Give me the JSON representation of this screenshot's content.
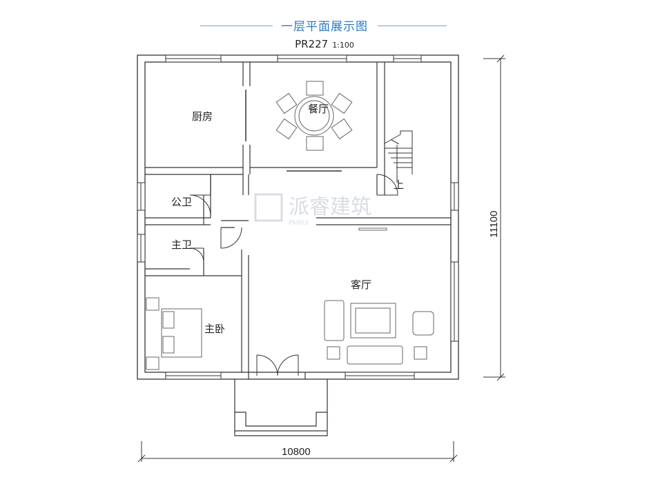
{
  "title": "一层平面展示图",
  "plan_code": "PR227",
  "scale": "1:100",
  "rooms": {
    "kitchen": "厨房",
    "dining": "餐厅",
    "public_bath": "公卫",
    "master_bath": "主卫",
    "master_bedroom": "主卧",
    "living_room": "客厅",
    "stair_up": "上"
  },
  "dimensions": {
    "width": "10800",
    "height": "11100"
  },
  "watermark": {
    "text": "派睿建筑",
    "sub": "PAIRUI"
  }
}
